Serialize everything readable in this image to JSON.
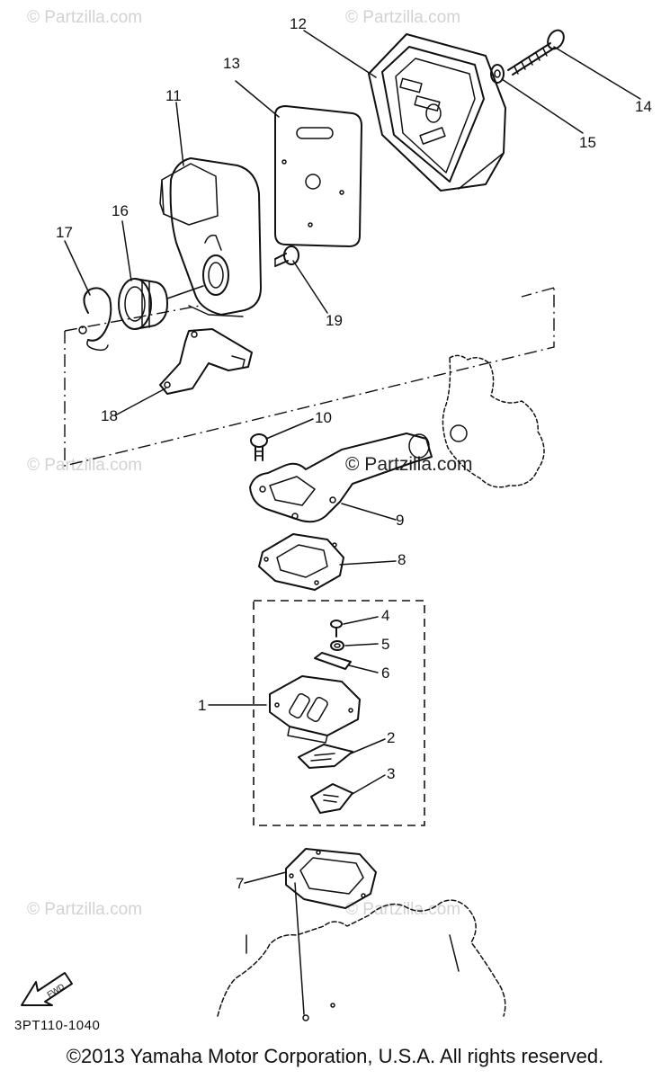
{
  "watermarks": {
    "brand": "© Partzilla.com"
  },
  "callouts": [
    "1",
    "2",
    "3",
    "4",
    "5",
    "6",
    "7",
    "8",
    "9",
    "10",
    "11",
    "12",
    "13",
    "14",
    "15",
    "16",
    "17",
    "18",
    "19"
  ],
  "fwd_label": "FWD",
  "diagram_code": "3PT110-1040",
  "copyright": "©2013 Yamaha Motor Corporation, U.S.A. All rights reserved."
}
